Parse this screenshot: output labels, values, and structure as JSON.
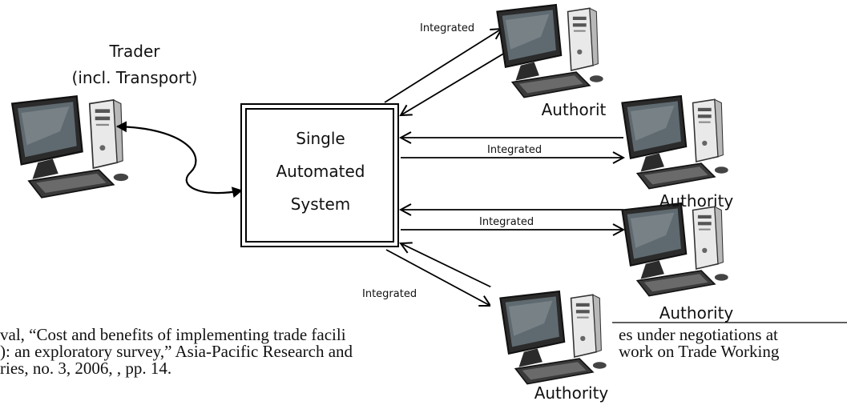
{
  "trader": {
    "line1": "Trader",
    "line2": "(incl. Transport)"
  },
  "system": {
    "line1": "Single",
    "line2": "Automated",
    "line3": "System"
  },
  "links": [
    {
      "label": "Integrated"
    },
    {
      "label": "Integrated"
    },
    {
      "label": "Integrated"
    },
    {
      "label": "Integrated"
    }
  ],
  "authorities": [
    {
      "label": "Authorit"
    },
    {
      "label": "Authority"
    },
    {
      "label": "Authority"
    },
    {
      "label": "Authority"
    }
  ],
  "reference": {
    "left_line1": "val, “Cost and benefits of implementing trade facili",
    "left_line2": "): an exploratory survey,” Asia-Pacific Research and",
    "left_line3": "ries, no. 3, 2006, , pp. 14.",
    "right_line1": "es under negotiations at",
    "right_line2": "work on Trade Working"
  }
}
